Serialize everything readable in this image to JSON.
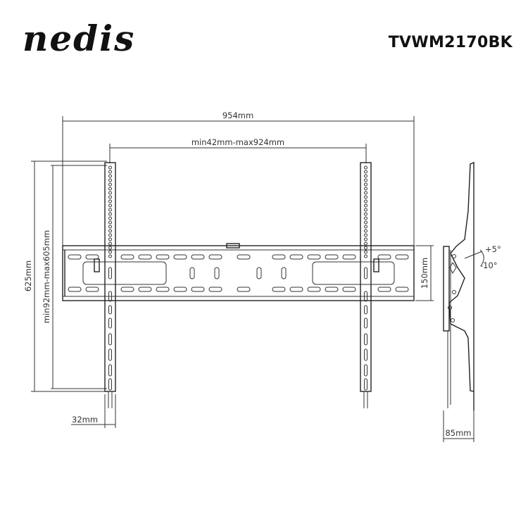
{
  "header": {
    "brand_logo_text": "nedis",
    "model_number": "TVWM2170BK"
  },
  "dimensions": {
    "overall_width": "954mm",
    "vesa_horizontal_range": "min42mm-max924mm",
    "overall_height": "625mm",
    "vesa_vertical_range": "min92mm-max605mm",
    "wall_plate_height": "150mm",
    "arm_width": "32mm",
    "wall_distance": "85mm",
    "tilt_up": "+5°",
    "tilt_down": "-10°"
  },
  "colors": {
    "line": "#333333",
    "background": "#ffffff",
    "text": "#111111"
  }
}
